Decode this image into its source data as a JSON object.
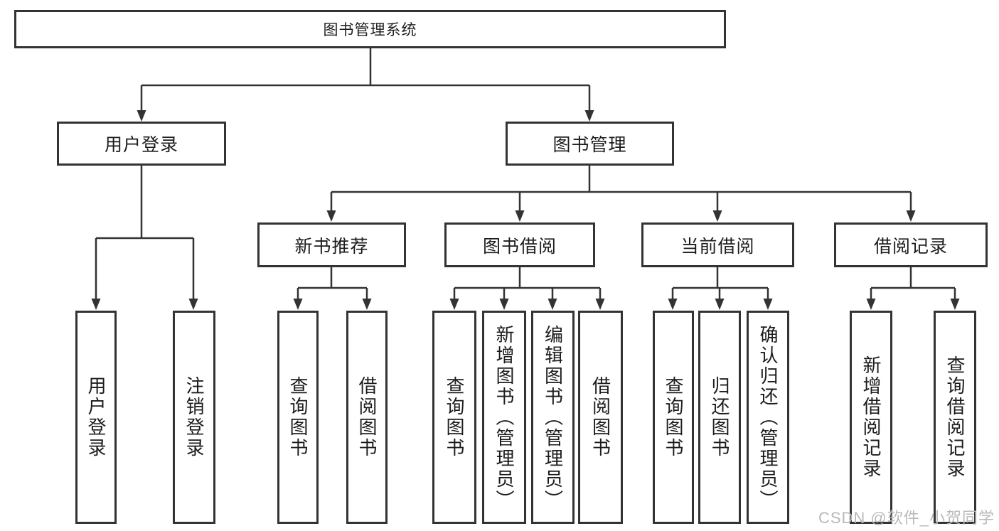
{
  "diagram": {
    "root": "图书管理系统",
    "user_login_branch": {
      "label": "用户登录",
      "children": [
        "用户登录",
        "注销登录"
      ]
    },
    "book_mgmt_branch": {
      "label": "图书管理",
      "children": [
        {
          "label": "新书推荐",
          "children": [
            "查询图书",
            "借阅图书"
          ]
        },
        {
          "label": "图书借阅",
          "children": [
            "查询图书",
            "新增图书（管理员）",
            "编辑图书（管理员）",
            "借阅图书"
          ]
        },
        {
          "label": "当前借阅",
          "children": [
            "查询图书",
            "归还图书",
            "确认归还（管理员）"
          ]
        },
        {
          "label": "借阅记录",
          "children": [
            "新增借阅记录",
            "查询借阅记录"
          ]
        }
      ]
    }
  },
  "watermark": "CSDN @软件_小贺同学",
  "colors": {
    "line": "#333333",
    "text": "#1c1c1c",
    "watermark": "#b9b9b9",
    "background": "#ffffff"
  }
}
